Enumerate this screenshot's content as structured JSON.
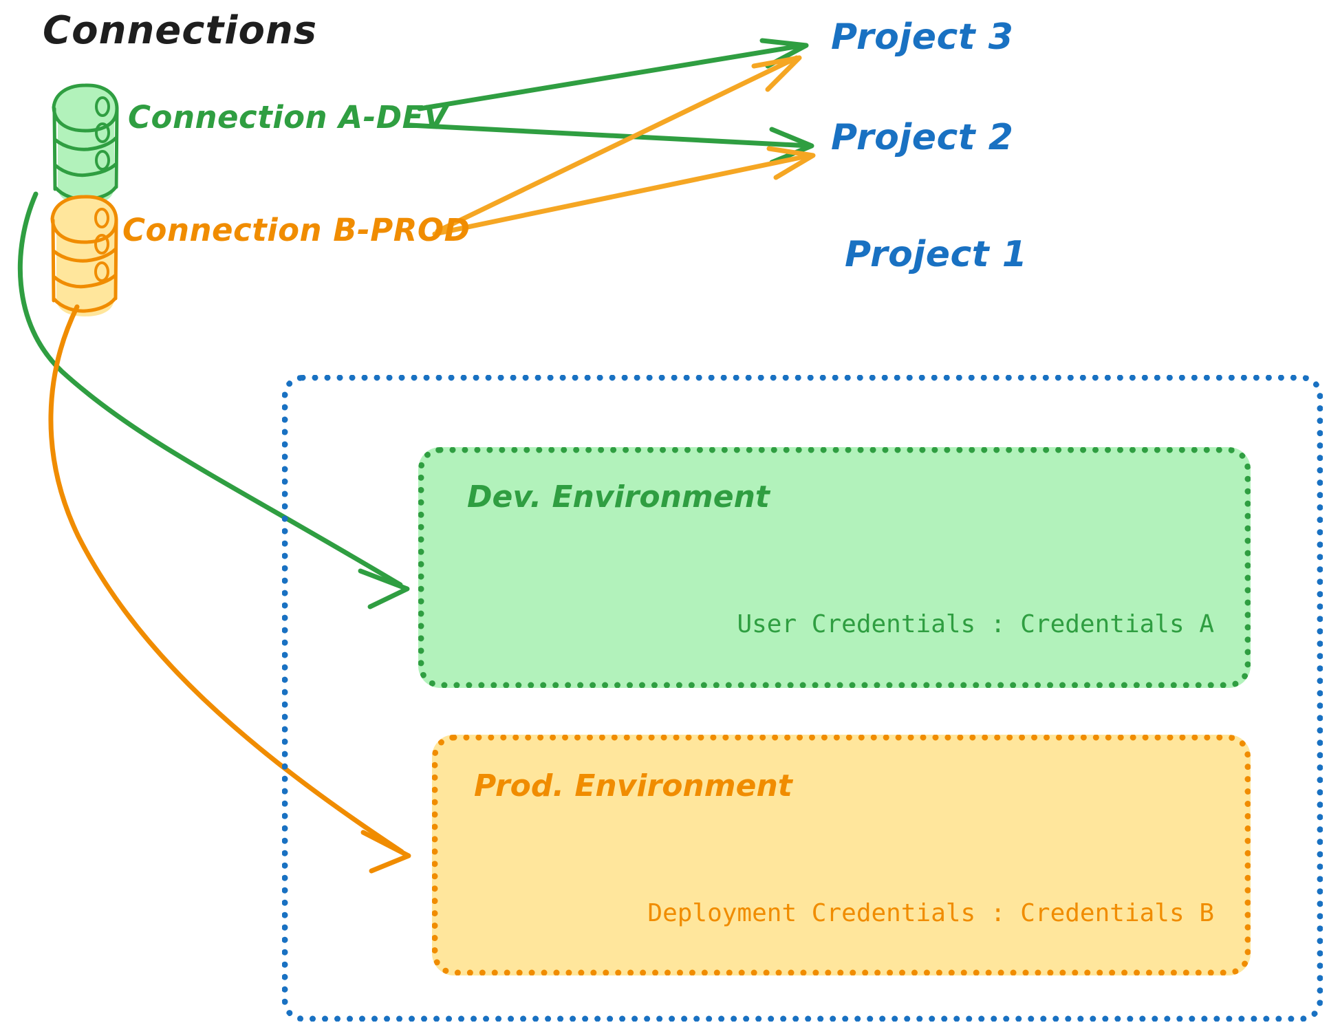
{
  "diagram": {
    "title": "Connections",
    "colors": {
      "dev_green": "#2f9e41",
      "dev_green_fill": "#b2f2bb",
      "prod_orange": "#f08c00",
      "prod_orange_fill": "#ffe69c",
      "project_blue": "#1971c2",
      "title_black": "#1e1e1e",
      "background": "#ffffff"
    },
    "connections": [
      {
        "id": "connection-a-dev",
        "label": "Connection A-DEV",
        "icon": "database-cylinder-icon",
        "color": "#2f9e41"
      },
      {
        "id": "connection-b-prod",
        "label": "Connection B-PROD",
        "icon": "database-cylinder-icon",
        "color": "#f08c00"
      }
    ],
    "projects": [
      {
        "id": "project-3",
        "label": "Project 3"
      },
      {
        "id": "project-2",
        "label": "Project 2"
      },
      {
        "id": "project-1",
        "label": "Project 1"
      }
    ],
    "environments": [
      {
        "id": "dev-environment",
        "title": "Dev. Environment",
        "credentials_label": "User Credentials",
        "credentials_value": "Credentials A",
        "credentials_line": "User Credentials : Credentials A",
        "color": "#2f9e41"
      },
      {
        "id": "prod-environment",
        "title": "Prod. Environment",
        "credentials_label": "Deployment Credentials",
        "credentials_value": "Credentials B",
        "credentials_line": "Deployment Credentials : Credentials B",
        "color": "#f08c00"
      }
    ],
    "edges": [
      {
        "from": "connection-a-dev",
        "to": "project-3",
        "color": "#2f9e41"
      },
      {
        "from": "connection-a-dev",
        "to": "project-2",
        "color": "#2f9e41"
      },
      {
        "from": "connection-a-dev",
        "to": "dev-environment",
        "color": "#2f9e41"
      },
      {
        "from": "connection-b-prod",
        "to": "project-3",
        "color": "#f5a623"
      },
      {
        "from": "connection-b-prod",
        "to": "project-2",
        "color": "#f5a623"
      },
      {
        "from": "connection-b-prod",
        "to": "prod-environment",
        "color": "#f08c00"
      }
    ]
  }
}
